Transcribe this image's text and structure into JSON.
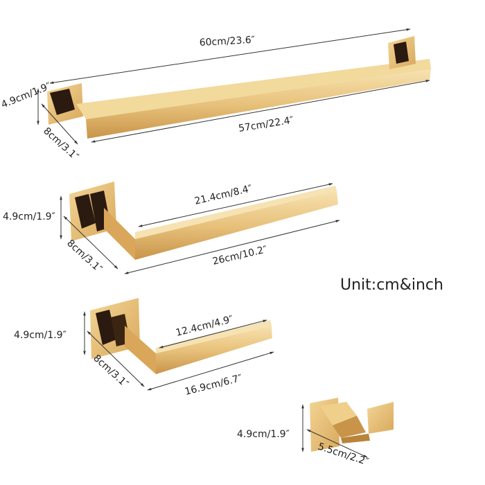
{
  "unit_label": "Unit:cm&inch",
  "colors": {
    "gold_light": "#f4d9a0",
    "gold_mid": "#e2b66a",
    "gold_dark": "#b8843a",
    "dark_reflection": "#2a1a10",
    "line": "#333333"
  },
  "products": [
    {
      "name": "towel-bar",
      "dims": {
        "total_length": "60cm/23.6″",
        "bar_length": "57cm/22.4″",
        "height": "4.9cm/1.9″",
        "depth": "8cm/3.1″"
      }
    },
    {
      "name": "towel-ring-bar",
      "dims": {
        "inner_length": "21.4cm/8.4″",
        "total_length": "26cm/10.2″",
        "height": "4.9cm/1.9″",
        "depth": "8cm/3.1″"
      }
    },
    {
      "name": "toilet-paper-holder",
      "dims": {
        "inner_length": "12.4cm/4.9″",
        "total_length": "16.9cm/6.7″",
        "height": "4.9cm/1.9″",
        "depth": "8cm/3.1″"
      }
    },
    {
      "name": "robe-hook",
      "dims": {
        "height": "4.9cm/1.9″",
        "depth": "5.5cm/2.2″"
      }
    }
  ]
}
